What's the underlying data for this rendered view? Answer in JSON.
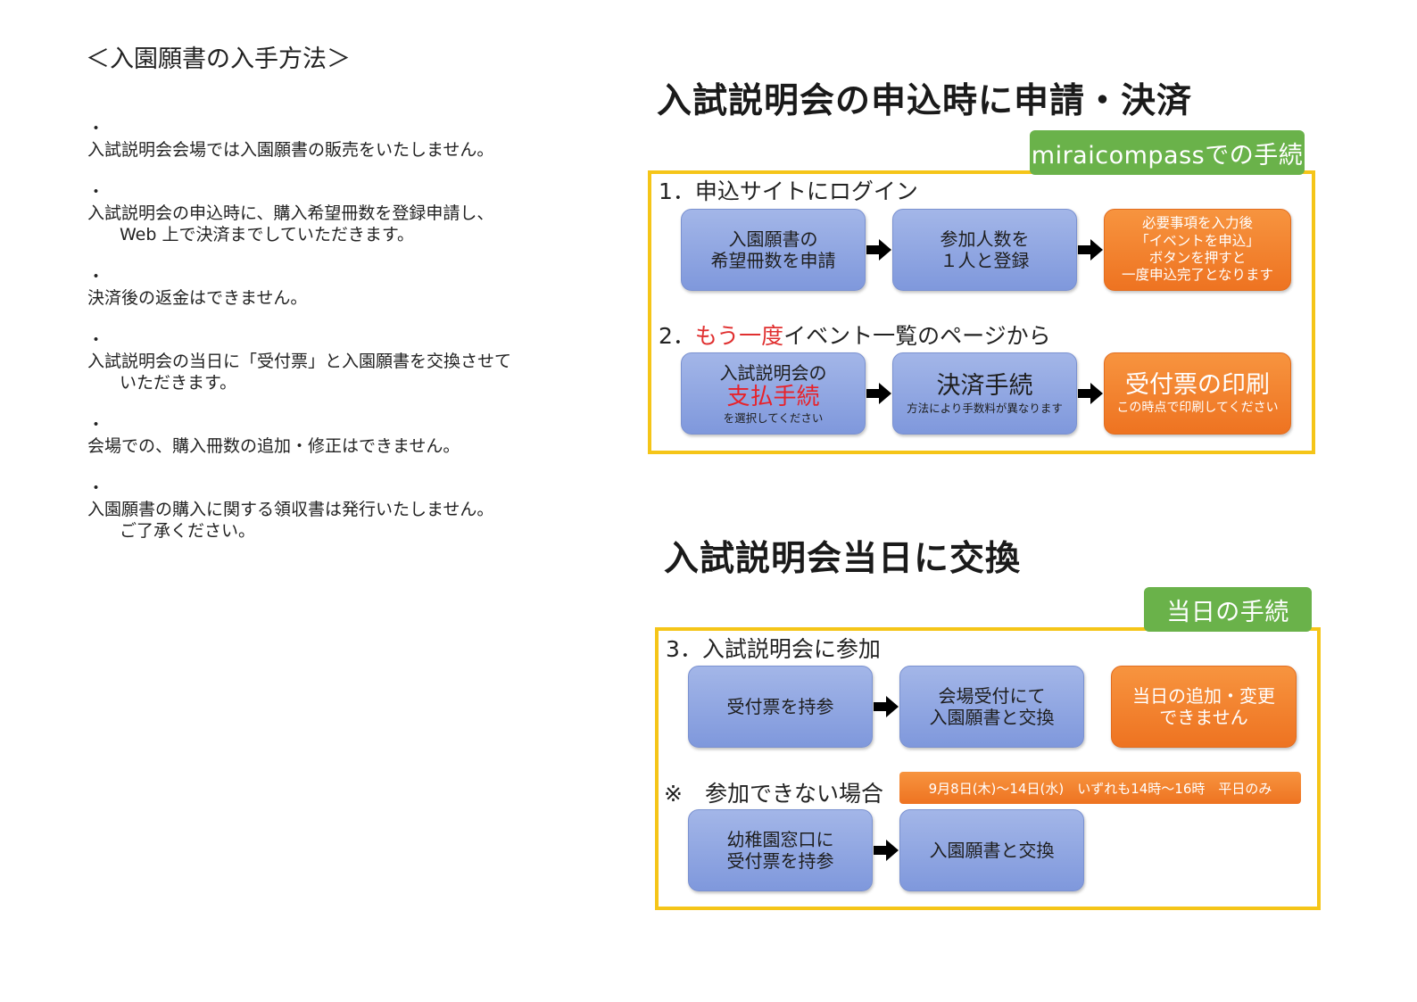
{
  "left": {
    "title": "＜入園願書の入手方法＞",
    "notes": [
      [
        "入試説明会会場では入園願書の販売をいたしません。"
      ],
      [
        "入試説明会の申込時に、購入希望冊数を登録申請し、",
        "Web 上で決済までしていただきます。"
      ],
      [
        "決済後の返金はできません。"
      ],
      [
        "入試説明会の当日に「受付票」と入園願書を交換させて",
        "いただきます。"
      ],
      [
        "会場での、購入冊数の追加・修正はできません。"
      ],
      [
        "入園願書の購入に関する領収書は発行いたしません。",
        "ご了承ください。"
      ]
    ]
  },
  "section1": {
    "heading": "入試説明会の申込時に申請・決済",
    "tag": "miraicompassでの手続",
    "step1": {
      "label": "1．申込サイトにログイン",
      "box1": [
        "入園願書の",
        "希望冊数を申請"
      ],
      "box2": [
        "参加人数を",
        "１人と登録"
      ],
      "box3": [
        "必要事項を入力後",
        "「イベントを申込」",
        "ボタンを押すと",
        "一度申込完了となります"
      ]
    },
    "step2": {
      "label_prefix": "2．",
      "label_red": "もう一度",
      "label_suffix": "イベント一覧のページから",
      "box1_top": "入試説明会の",
      "box1_main": "支払手続",
      "box1_sub": "を選択してください",
      "box2_main": "決済手続",
      "box2_sub": "方法により手数料が異なります",
      "box3_main": "受付票の印刷",
      "box3_sub": "この時点で印刷してください"
    }
  },
  "section2": {
    "heading": "入試説明会当日に交換",
    "tag": "当日の手続",
    "step3": {
      "label": "3．入試説明会に参加",
      "box1": [
        "受付票を持参"
      ],
      "box2": [
        "会場受付にて",
        "入園願書と交換"
      ],
      "box3": [
        "当日の追加・変更",
        "できません"
      ]
    },
    "alt": {
      "label": "※　参加できない場合",
      "period": "9月8日(木)～14日(水)　いずれも14時～16時　平日のみ",
      "box1": [
        "幼稚園窓口に",
        "受付票を持参"
      ],
      "box2": [
        "入園願書と交換"
      ]
    }
  },
  "colors": {
    "frame": "#f5c518",
    "tag_green": "#6ab24a",
    "box_blue": "#8fa7e2",
    "box_orange": "#f08232",
    "accent_red": "#e8222a"
  },
  "icons": {
    "arrow": "arrow-right-icon"
  }
}
